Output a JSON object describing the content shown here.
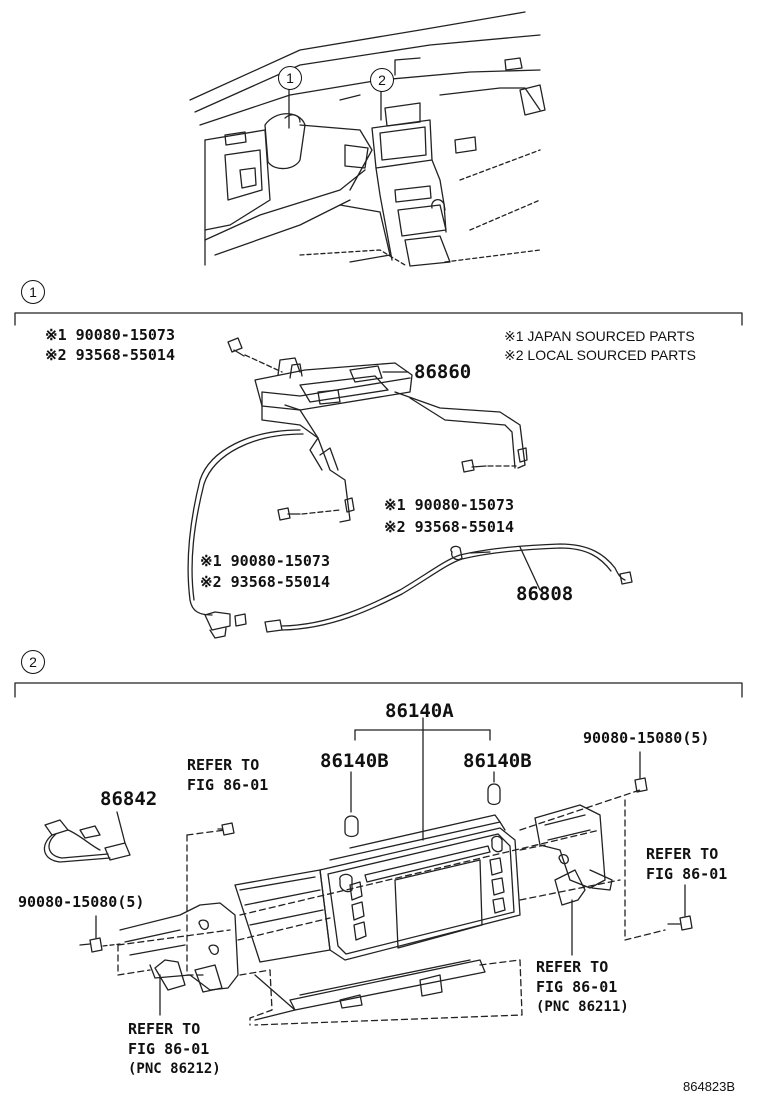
{
  "callouts": {
    "c1": "1",
    "c2": "2"
  },
  "section1": {
    "marker": "1",
    "legend": [
      "※1 JAPAN SOURCED PARTS",
      "※2 LOCAL SOURCED PARTS"
    ],
    "bolt_a": {
      "line1": "※1 90080-15073",
      "line2": "※2 93568-55014"
    },
    "bolt_b": {
      "line1": "※1 90080-15073",
      "line2": "※2 93568-55014"
    },
    "bolt_c": {
      "line1": "※1 90080-15073",
      "line2": "※2 93568-55014"
    },
    "bracket_part": "86860",
    "cable_part": "86808"
  },
  "section2": {
    "marker": "2",
    "unit_part": "86140A",
    "knob_left": "86140B",
    "knob_right": "86140B",
    "harness_part": "86842",
    "screw_left": "90080-15080(5)",
    "screw_right": "90080-15080(5)",
    "ref_upper_left": {
      "l1": "REFER TO",
      "l2": "FIG 86-01"
    },
    "ref_right": {
      "l1": "REFER TO",
      "l2": "FIG 86-01"
    },
    "ref_lower_right": {
      "l1": "REFER TO",
      "l2": "FIG 86-01",
      "l3": "(PNC 86211)"
    },
    "ref_lower_left": {
      "l1": "REFER TO",
      "l2": "FIG 86-01",
      "l3": "(PNC 86212)"
    }
  },
  "figure_code": "864823B"
}
